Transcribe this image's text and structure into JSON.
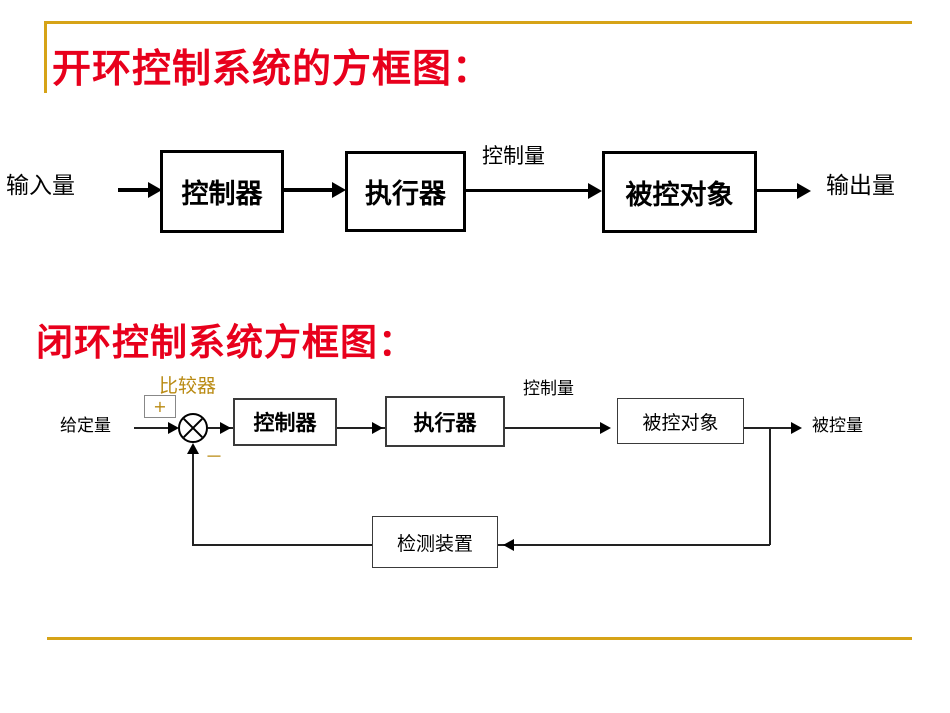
{
  "slide": {
    "background": "#ffffff",
    "accent_gold": "#d6a317",
    "title_red": "#e8001c",
    "gold_text": "#b98a12"
  },
  "sections": [
    {
      "id": "open-loop",
      "title": "开环控制系统的方框图："
    },
    {
      "id": "closed-loop",
      "title": "闭环控制系统方框图："
    }
  ],
  "open_loop_diagram": {
    "input_label": "输入量",
    "output_label": "输出量",
    "signal_label": "控制量",
    "blocks": [
      {
        "name": "controller",
        "label": "控制器"
      },
      {
        "name": "actuator",
        "label": "执行器"
      },
      {
        "name": "plant",
        "label": "被控对象"
      }
    ]
  },
  "closed_loop_diagram": {
    "comparator_label": "比较器",
    "input_label": "给定量",
    "output_label": "被控量",
    "signal_label": "控制量",
    "plus_sign": "+",
    "minus_sign": "－",
    "blocks": [
      {
        "name": "controller",
        "label": "控制器"
      },
      {
        "name": "actuator",
        "label": "执行器"
      },
      {
        "name": "plant",
        "label": "被控对象"
      },
      {
        "name": "sensor",
        "label": "检测装置"
      }
    ]
  }
}
